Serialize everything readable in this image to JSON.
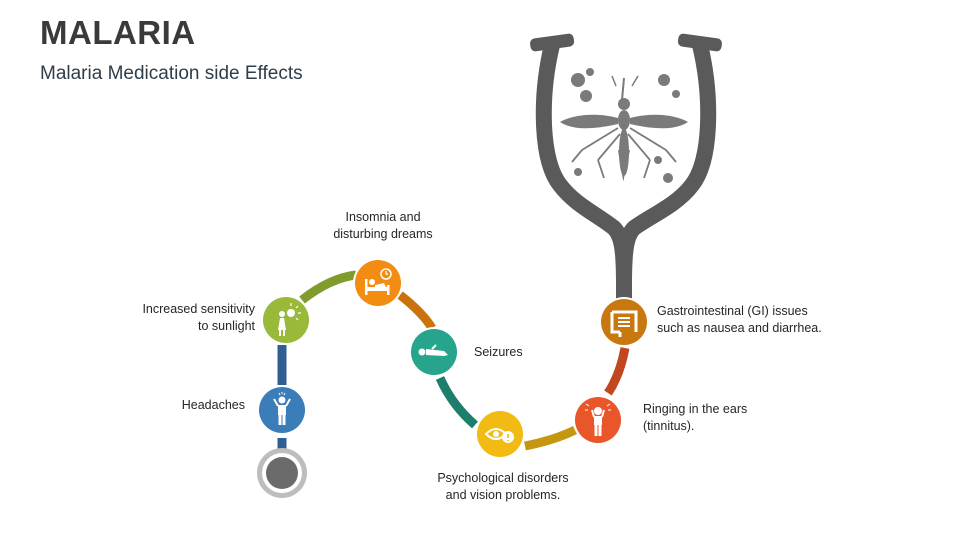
{
  "header": {
    "title": "MALARIA",
    "subtitle": "Malaria Medication side Effects"
  },
  "effects": [
    {
      "id": "headaches",
      "lines": [
        "Headaches"
      ],
      "color": "#3a7db8",
      "icon": "headache-person-icon"
    },
    {
      "id": "sunlight",
      "lines": [
        "Increased sensitivity",
        "to sunlight"
      ],
      "color": "#98b93a",
      "icon": "sun-person-icon"
    },
    {
      "id": "insomnia",
      "lines": [
        "Insomnia and",
        "disturbing dreams"
      ],
      "color": "#f28c12",
      "icon": "bed-clock-icon"
    },
    {
      "id": "seizures",
      "lines": [
        "Seizures"
      ],
      "color": "#27a48c",
      "icon": "lying-person-icon"
    },
    {
      "id": "psych",
      "lines": [
        "Psychological disorders",
        "and vision problems."
      ],
      "color": "#f2bb14",
      "icon": "eye-alert-icon"
    },
    {
      "id": "tinnitus",
      "lines": [
        "Ringing in the ears",
        "(tinnitus)."
      ],
      "color": "#e8562a",
      "icon": "ears-person-icon"
    },
    {
      "id": "gi",
      "lines": [
        "Gastrointestinal (GI) issues",
        "such as nausea and diarrhea."
      ],
      "color": "#c8780f",
      "icon": "intestine-icon"
    }
  ],
  "colors": {
    "stethoscope": "#5a5a5a",
    "chestpiece_ring": "#bdbdbd",
    "chestpiece_core": "#6b6b6b"
  }
}
